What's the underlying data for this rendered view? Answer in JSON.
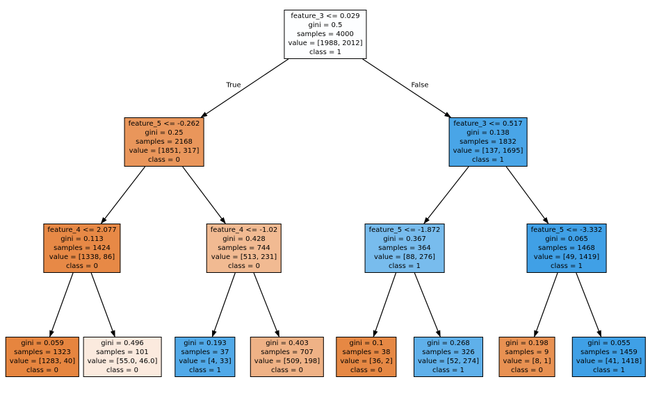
{
  "figure": {
    "background": "#ffffff",
    "kind": "decision-tree-plot"
  },
  "tree": {
    "type": "decision-tree",
    "class_colors": {
      "class_0": "#e58139",
      "class_1": "#399de5"
    },
    "nodes": [
      {
        "id": "root",
        "fill": "#fdfeff",
        "lines": [
          "feature_3 <= 0.029",
          "gini = 0.5",
          "samples = 4000",
          "value = [1988, 2012]",
          "class = 1"
        ]
      },
      {
        "id": "d1L",
        "fill": "#e9965b",
        "lines": [
          "feature_5 <= -0.262",
          "gini = 0.25",
          "samples = 2168",
          "value = [1851, 317]",
          "class = 0"
        ]
      },
      {
        "id": "d1R",
        "fill": "#49a5e7",
        "lines": [
          "feature_3 <= 0.517",
          "gini = 0.138",
          "samples = 1832",
          "value = [137, 1695]",
          "class = 1"
        ]
      },
      {
        "id": "d2a",
        "fill": "#e78946",
        "lines": [
          "feature_4 <= 2.077",
          "gini = 0.113",
          "samples = 1424",
          "value = [1338, 86]",
          "class = 0"
        ]
      },
      {
        "id": "d2b",
        "fill": "#f1ba92",
        "lines": [
          "feature_4 <= -1.02",
          "gini = 0.428",
          "samples = 744",
          "value = [513, 231]",
          "class = 0"
        ]
      },
      {
        "id": "d2c",
        "fill": "#78bced",
        "lines": [
          "feature_5 <= -1.872",
          "gini = 0.367",
          "samples = 364",
          "value = [88, 276]",
          "class = 1"
        ]
      },
      {
        "id": "d2d",
        "fill": "#40a0e6",
        "lines": [
          "feature_5 <= -3.332",
          "gini = 0.065",
          "samples = 1468",
          "value = [49, 1419]",
          "class = 1"
        ]
      },
      {
        "id": "l1",
        "fill": "#e6853f",
        "lines": [
          "gini = 0.059",
          "samples = 1323",
          "value = [1283, 40]",
          "class = 0"
        ]
      },
      {
        "id": "l2",
        "fill": "#fbeade",
        "lines": [
          "gini = 0.496",
          "samples = 101",
          "value = [55.0, 46.0]",
          "class = 0"
        ]
      },
      {
        "id": "l3",
        "fill": "#51a9e8",
        "lines": [
          "gini = 0.193",
          "samples = 37",
          "value = [4, 33]",
          "class = 1"
        ]
      },
      {
        "id": "l4",
        "fill": "#efb286",
        "lines": [
          "gini = 0.403",
          "samples = 707",
          "value = [509, 198]",
          "class = 0"
        ]
      },
      {
        "id": "l5",
        "fill": "#e68844",
        "lines": [
          "gini = 0.1",
          "samples = 38",
          "value = [36, 2]",
          "class = 0"
        ]
      },
      {
        "id": "l6",
        "fill": "#5fb0ea",
        "lines": [
          "gini = 0.268",
          "samples = 326",
          "value = [52, 274]",
          "class = 1"
        ]
      },
      {
        "id": "l7",
        "fill": "#e89152",
        "lines": [
          "gini = 0.198",
          "samples = 9",
          "value = [8, 1]",
          "class = 0"
        ]
      },
      {
        "id": "l8",
        "fill": "#3fa0e6",
        "lines": [
          "gini = 0.055",
          "samples = 1459",
          "value = [41, 1418]",
          "class = 1"
        ]
      }
    ],
    "edges": [
      {
        "from": "root",
        "to": "d1L",
        "label": "True"
      },
      {
        "from": "root",
        "to": "d1R",
        "label": "False"
      },
      {
        "from": "d1L",
        "to": "d2a",
        "label": ""
      },
      {
        "from": "d1L",
        "to": "d2b",
        "label": ""
      },
      {
        "from": "d1R",
        "to": "d2c",
        "label": ""
      },
      {
        "from": "d1R",
        "to": "d2d",
        "label": ""
      },
      {
        "from": "d2a",
        "to": "l1",
        "label": ""
      },
      {
        "from": "d2a",
        "to": "l2",
        "label": ""
      },
      {
        "from": "d2b",
        "to": "l3",
        "label": ""
      },
      {
        "from": "d2b",
        "to": "l4",
        "label": ""
      },
      {
        "from": "d2c",
        "to": "l5",
        "label": ""
      },
      {
        "from": "d2c",
        "to": "l6",
        "label": ""
      },
      {
        "from": "d2d",
        "to": "l7",
        "label": ""
      },
      {
        "from": "d2d",
        "to": "l8",
        "label": ""
      }
    ]
  }
}
